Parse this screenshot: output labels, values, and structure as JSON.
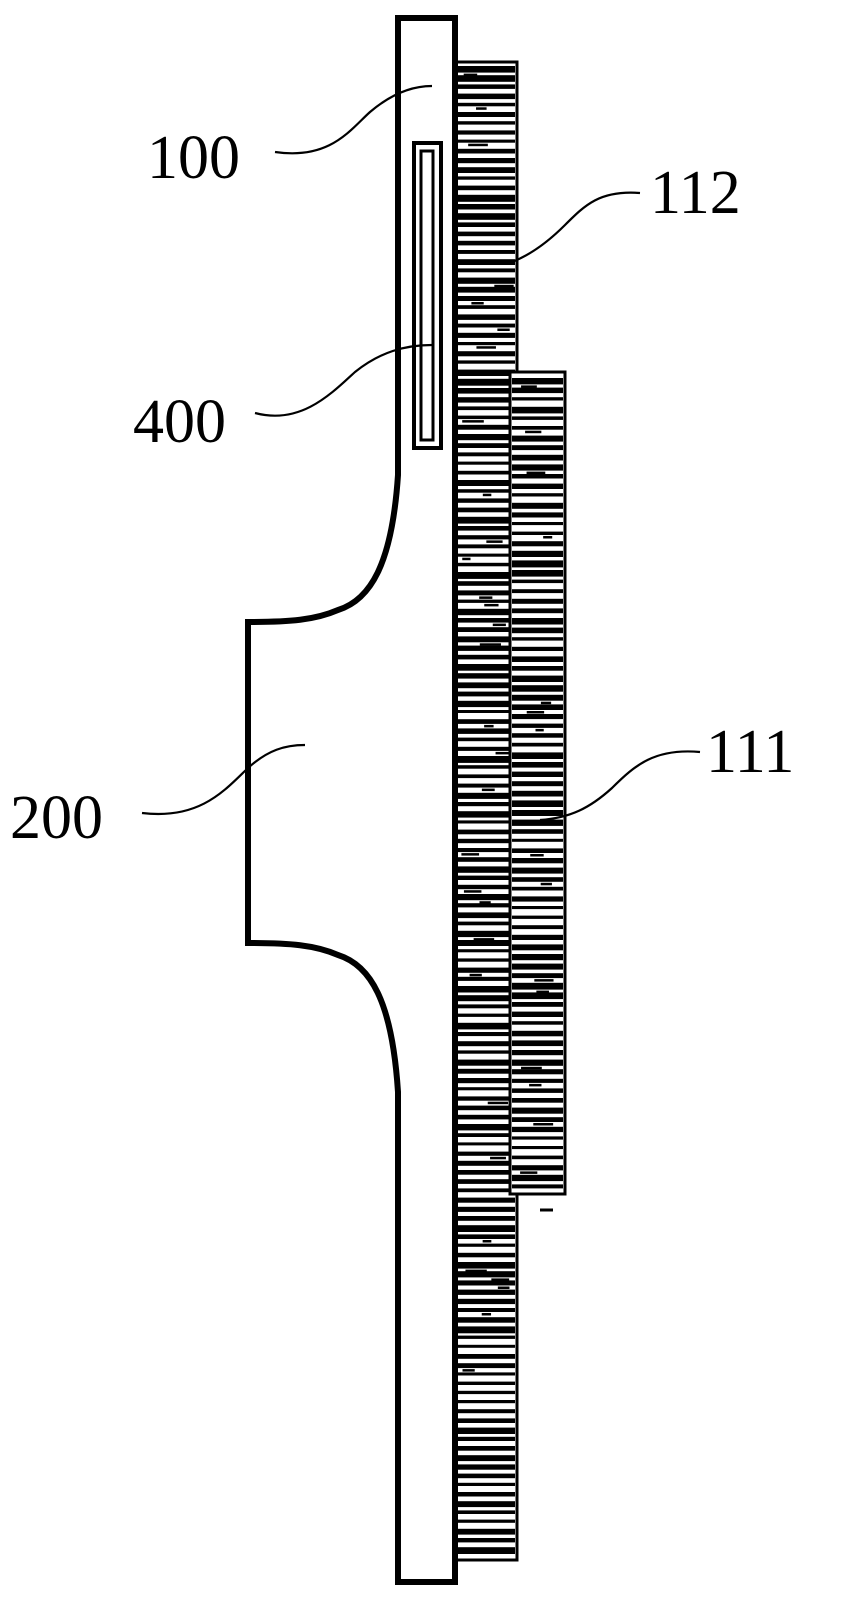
{
  "figure": {
    "parts": [
      {
        "id": "part-100",
        "label": "100"
      },
      {
        "id": "part-112",
        "label": "112"
      },
      {
        "id": "part-400",
        "label": "400"
      },
      {
        "id": "part-200",
        "label": "200"
      },
      {
        "id": "part-111",
        "label": "111"
      }
    ],
    "colors": {
      "line": "#000000",
      "background": "#ffffff"
    }
  }
}
